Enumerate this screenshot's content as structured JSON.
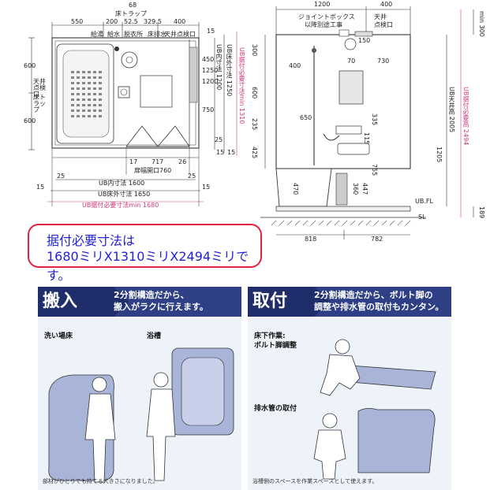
{
  "plan": {
    "top_dims": [
      "68",
      "550",
      "200",
      "52.5",
      "329.5",
      "400",
      "15"
    ],
    "top_labels": [
      "床トラップ",
      "給湯",
      "給水",
      "脱衣所",
      "床排水",
      "天井点検口"
    ],
    "left_dims": [
      "600",
      "600"
    ],
    "left_labels": [
      "天井点検口",
      "床トラップ"
    ],
    "inner_dims": [
      "450",
      "1250",
      "750",
      "1200",
      "15",
      "25",
      "15"
    ],
    "vertical_labels": [
      "UB内寸法 1200",
      "UB床外寸法 1250",
      "UB据付必要寸法min 1310"
    ],
    "bottom_dims": [
      "17",
      "717",
      "26",
      "25",
      "25",
      "15",
      "15"
    ],
    "door_label": "扉幅開口760",
    "inner_width": "UB内寸法 1600",
    "outer_width": "UB床外寸法 1650",
    "required_width": "UB据付必要寸法min 1680"
  },
  "elevation": {
    "top_dims": [
      "1200",
      "400"
    ],
    "labels": [
      "ジョイントボックス",
      "以降別途工事",
      "天井",
      "点検口",
      "UB.FL",
      "SL"
    ],
    "dims": [
      "150",
      "70",
      "730",
      "400",
      "650",
      "335",
      "115",
      "755",
      "470",
      "360",
      "447",
      "1205",
      "189",
      "818",
      "782",
      "min 300"
    ],
    "vertical_labels": [
      "UB天井高 2005",
      "UB据付必要高 2494"
    ],
    "left_stack": [
      "300",
      "600",
      "235",
      "425"
    ]
  },
  "callout": {
    "line1": "据付必要寸法は",
    "line2": "1680ミリX1310ミリX2494ミリです。"
  },
  "panel_left": {
    "title": "搬入",
    "desc_line1": "2分割構造だから、",
    "desc_line2": "搬入がラクに行えます。",
    "caption1": "洗い場床",
    "caption2": "浴槽",
    "footnote": "部材がひとりでも持てる大きさになりました。"
  },
  "panel_right": {
    "title": "取付",
    "desc_line1": "2分割構造だから、ボルト脚の",
    "desc_line2": "調整や排水管の取付もカンタン。",
    "caption1_line1": "床下作業:",
    "caption1_line2": "ボルト脚調整",
    "caption2": "排水管の取付",
    "footnote": "浴槽側のスペースを作業スペースとして使えます。"
  }
}
